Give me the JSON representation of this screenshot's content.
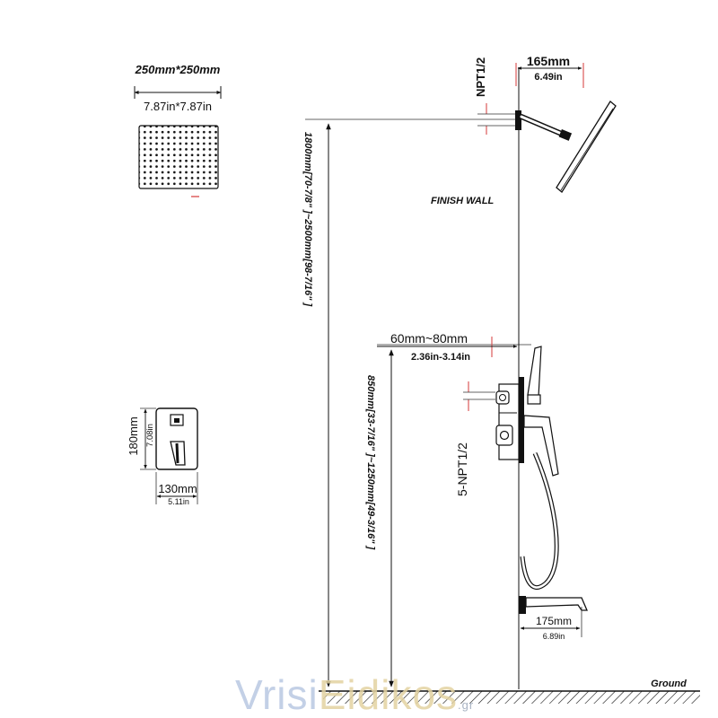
{
  "shower_head": {
    "size_mm": "250mm*250mm",
    "size_in": "7.87in*7.87in",
    "arm_length_mm": "165mm",
    "arm_length_in": "6.49in",
    "inlet": "NPT1/2"
  },
  "labels": {
    "finish_wall": "FINISH WALL",
    "ground": "Ground",
    "watermark": "VrisiEidikos.gr"
  },
  "dimensions": {
    "total_height": "1800mm[70-7/8\" ]~2500mm[98-7/16\" ]",
    "valve_height": "850mm[33-7/16\" ]~1250mm[49-3/16\" ]",
    "valve_depth_mm": "60mm~80mm",
    "valve_depth_in": "2.36in-3.14in",
    "valve_inlets": "5-NPT1/2",
    "spout_mm": "175mm",
    "spout_in": "6.89in"
  },
  "trim_plate": {
    "height_mm": "180mm",
    "height_in": "7.08in",
    "width_mm": "130mm",
    "width_in": "5.11in"
  }
}
